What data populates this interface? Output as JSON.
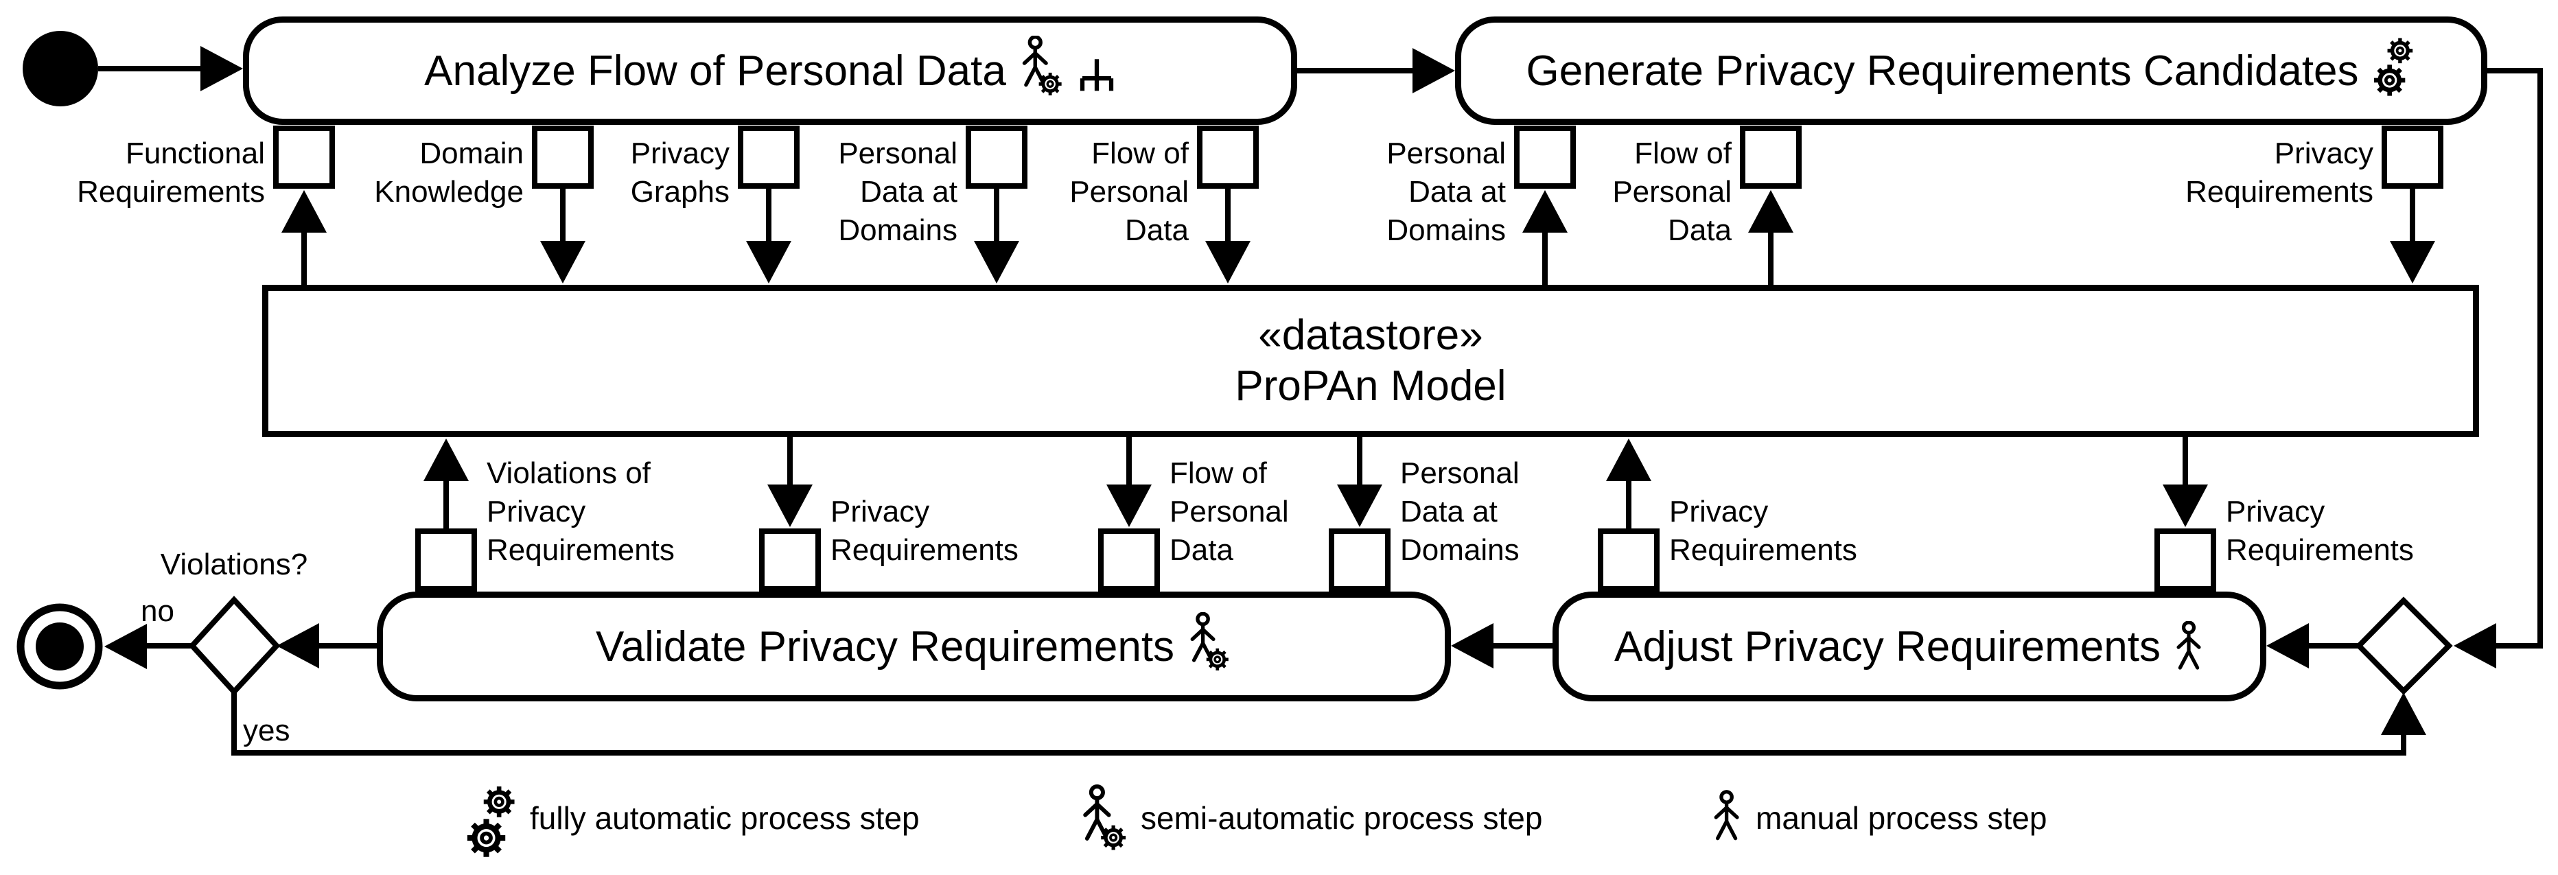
{
  "actions": {
    "analyze": "Analyze Flow of Personal Data",
    "generate": "Generate Privacy Requirements Candidates",
    "validate": "Validate Privacy Requirements",
    "adjust": "Adjust Privacy Requirements"
  },
  "datastore": {
    "stereotype": "«datastore»",
    "name": "ProPAn Model"
  },
  "pins": {
    "analyze_functional_requirements": "Functional\nRequirements",
    "analyze_domain_knowledge": "Domain\nKnowledge",
    "analyze_privacy_graphs": "Privacy\nGraphs",
    "analyze_personal_data_at_domains": "Personal\nData at\nDomains",
    "analyze_flow_of_personal_data": "Flow of\nPersonal\nData",
    "generate_personal_data_at_domains": "Personal\nData at\nDomains",
    "generate_flow_of_personal_data": "Flow of\nPersonal\nData",
    "generate_privacy_requirements": "Privacy\nRequirements",
    "validate_violations_of_privacy_requirements": "Violations of\nPrivacy\nRequirements",
    "validate_privacy_requirements": "Privacy\nRequirements",
    "validate_flow_of_personal_data": "Flow of\nPersonal\nData",
    "validate_personal_data_at_domains": "Personal\nData at\nDomains",
    "adjust_privacy_requirements_out": "Privacy\nRequirements",
    "adjust_privacy_requirements_in": "Privacy\nRequirements"
  },
  "guards": {
    "question": "Violations?",
    "no": "no",
    "yes": "yes"
  },
  "legend": {
    "fully_automatic": "fully automatic process step",
    "semi_automatic": "semi-automatic process step",
    "manual": "manual process step"
  },
  "colors": {
    "ink": "#000000",
    "background": "#ffffff"
  }
}
